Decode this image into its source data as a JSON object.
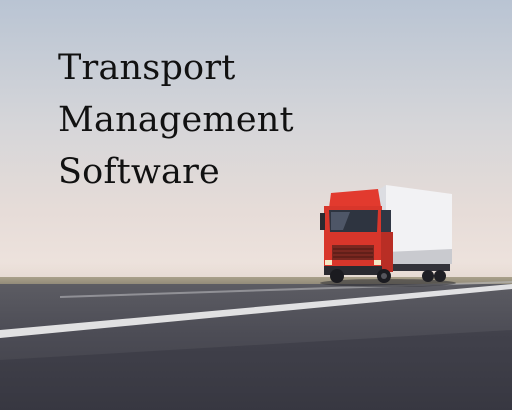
{
  "headline": {
    "line1": "Transport",
    "line2": "Management",
    "line3": "Software"
  },
  "colors": {
    "sky_top": "#b9c4d3",
    "sky_bottom": "#efe4de",
    "road": "#4c4c55",
    "lane_marking": "#e8e8e8",
    "truck_cab": "#d8362b",
    "trailer": "#f1f1f3"
  }
}
